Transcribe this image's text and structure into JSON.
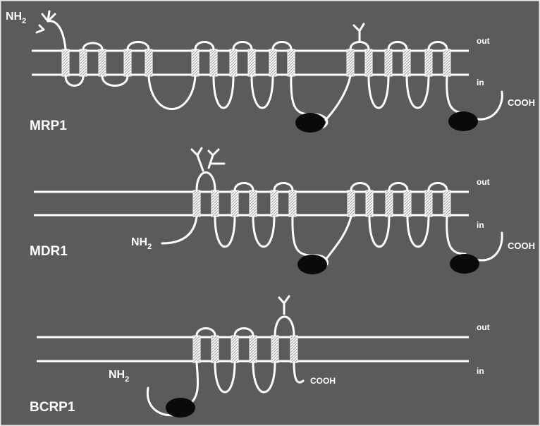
{
  "colors": {
    "background": "#5b5b5b",
    "membrane": "#ffffff",
    "nbd": "#0a0a0a",
    "panel_border": "#e6e6e6"
  },
  "labels": {
    "out": "out",
    "in": "in",
    "nh2": "NH",
    "nh2_sub": "2",
    "cooh": "COOH"
  },
  "transporters": [
    {
      "name": "MRP1",
      "tm_domains": 17,
      "nbds": 2
    },
    {
      "name": "MDR1",
      "tm_domains": 12,
      "nbds": 2
    },
    {
      "name": "BCRP1",
      "tm_domains": 6,
      "nbds": 1
    }
  ]
}
